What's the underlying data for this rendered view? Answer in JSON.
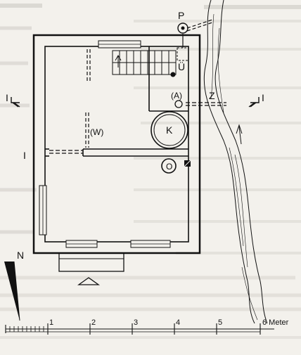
{
  "figure": {
    "labels": {
      "P": "P",
      "U": "Ü",
      "A": "(A)",
      "Z": "Z",
      "W": "(W)",
      "K": "K",
      "O": "O",
      "I": "I",
      "section_left": "I",
      "section_right": "I",
      "north": "N"
    },
    "scale_bar": {
      "ticks": [
        "1",
        "2",
        "3",
        "4",
        "5",
        "6 Meter"
      ]
    }
  },
  "colors": {
    "ink": "#111111",
    "paper": "#f3f1ec",
    "show_through_text": "#b9b6b0"
  }
}
